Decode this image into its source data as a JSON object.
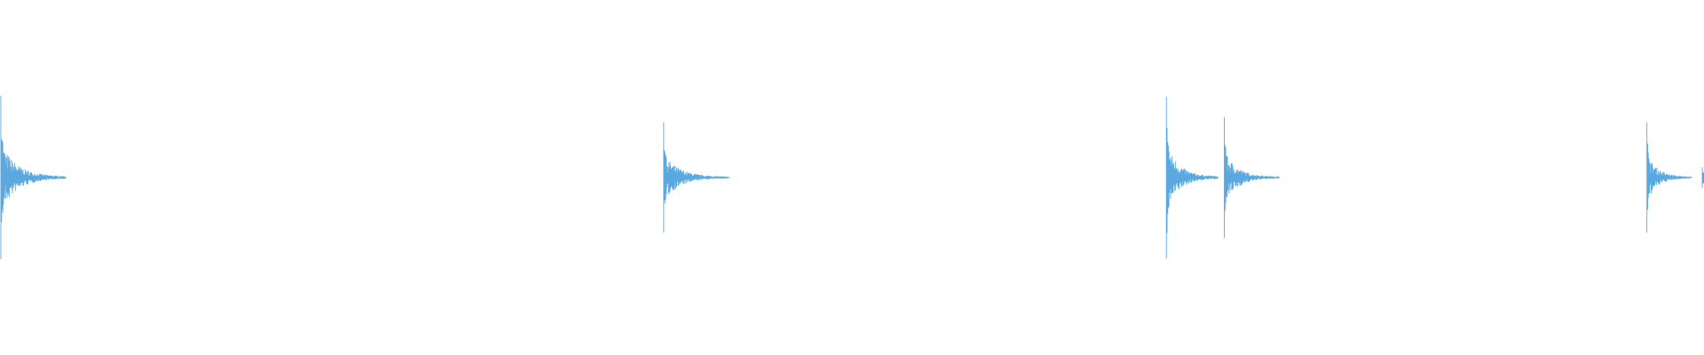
{
  "waveform": {
    "color": "#5aa8e0",
    "background": "#ffffff",
    "transients": [
      {
        "time_fraction": 0.0005,
        "peak_amplitude": 0.95,
        "decay_fraction": 0.038
      },
      {
        "time_fraction": 0.3895,
        "peak_amplitude": 0.64,
        "decay_fraction": 0.038
      },
      {
        "time_fraction": 0.6845,
        "peak_amplitude": 0.94,
        "decay_fraction": 0.03
      },
      {
        "time_fraction": 0.7185,
        "peak_amplitude": 0.7,
        "decay_fraction": 0.032
      },
      {
        "time_fraction": 0.9665,
        "peak_amplitude": 0.64,
        "decay_fraction": 0.026
      },
      {
        "time_fraction": 0.999,
        "peak_amplitude": 0.12,
        "decay_fraction": 0.002
      }
    ]
  }
}
